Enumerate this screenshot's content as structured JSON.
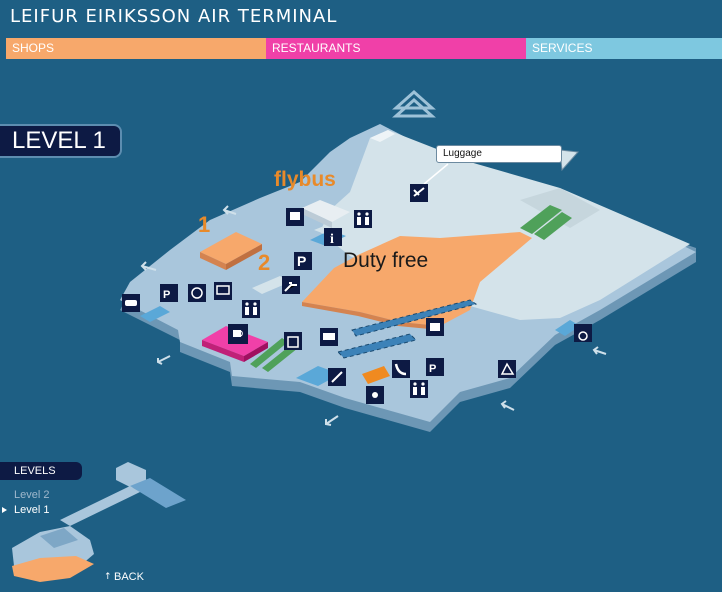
{
  "header": {
    "title": "LEIFUR EIRIKSSON AIR TERMINAL"
  },
  "nav": [
    {
      "label": "SHOPS",
      "color": "#f7a86b"
    },
    {
      "label": "RESTAURANTS",
      "color": "#f040a8"
    },
    {
      "label": "SERVICES",
      "color": "#7ec8e0"
    }
  ],
  "level_badge": "LEVEL 1",
  "map": {
    "flybus_label": "flybus",
    "marker_1": "1",
    "marker_2": "2",
    "duty_free_label": "Duty free",
    "callout_luggage": "Luggage",
    "icons": [
      "bus-icon",
      "toilets-icon",
      "information-icon",
      "parking-icon",
      "escalator-icon",
      "car-rental-icon",
      "parking-pay-icon",
      "currency-exchange-icon",
      "atm-icon",
      "cafe-icon",
      "toilets-icon",
      "elevator-icon",
      "baggage-trolley-icon",
      "luggage-icon",
      "wheelchair-icon",
      "phone-icon",
      "parking-pay-icon",
      "toilets-icon",
      "meeting-point-icon",
      "departures-icon",
      "lost-luggage-icon"
    ]
  },
  "minimap": {
    "header": "LEVELS",
    "levels": [
      "Level 2",
      "Level 1"
    ],
    "current_level": "Level 1",
    "back_label": "BACK"
  },
  "colors": {
    "background": "#1e5f84",
    "floor": "#a9c6dc",
    "shops": "#f7a86b",
    "restaurants": "#f040a8",
    "services": "#7ec8e0",
    "icon_bg": "#0d1a44"
  }
}
